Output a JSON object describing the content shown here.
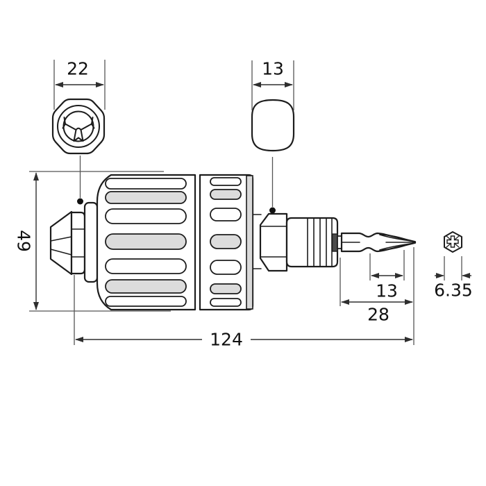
{
  "drawing": {
    "type": "technical-dimension-drawing",
    "subject": "keyless chuck adapter with phillips screwdriver bit",
    "dimensions": {
      "chuck_face_width": "22",
      "sleeve_end_width": "13",
      "body_diameter": "49",
      "bit_tip_length": "13",
      "bit_exposed_length": "28",
      "overall_length": "124",
      "bit_hex_size": "6.35"
    },
    "colors": {
      "outline": "#1c1c1c",
      "dimension_line": "#2e2e2e",
      "extension_line": "#555555",
      "grip_fill": "#e9e9e9",
      "rib_gray": "#dcdcdc",
      "collar_gray": "#d9d9d9",
      "end_cap_dark": "#4a4a4a",
      "white": "#ffffff"
    }
  }
}
